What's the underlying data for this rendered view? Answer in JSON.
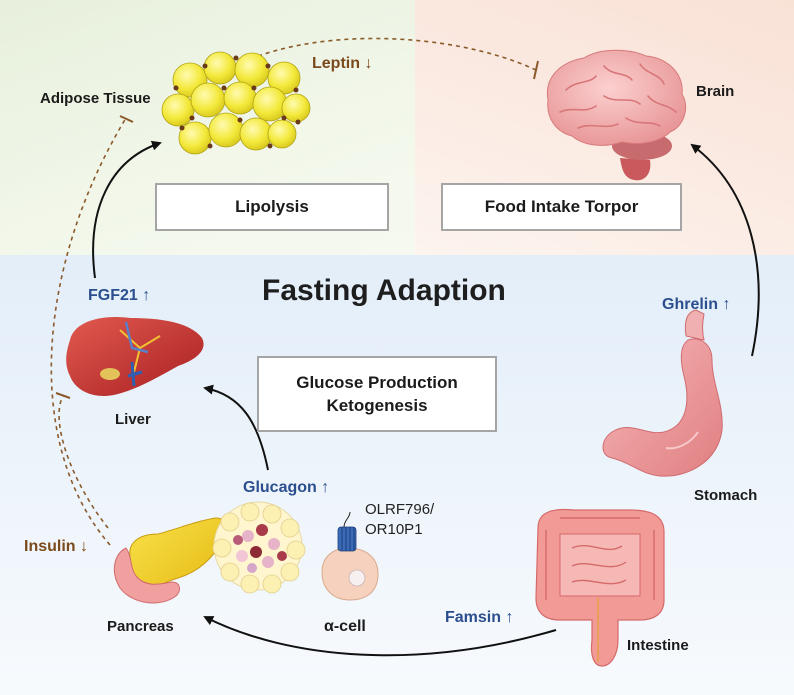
{
  "title": "Fasting Adaption",
  "organs": {
    "adipose": "Adipose Tissue",
    "brain": "Brain",
    "liver": "Liver",
    "stomach": "Stomach",
    "pancreas": "Pancreas",
    "intestine": "Intestine",
    "alpha_cell": "α-cell"
  },
  "hormones": {
    "leptin": "Leptin ↓",
    "fgf21": "FGF21 ↑",
    "ghrelin": "Ghrelin ↑",
    "glucagon": "Glucagon ↑",
    "insulin": "Insulin ↓",
    "famsin": "Famsin ↑"
  },
  "boxes": {
    "lipolysis": "Lipolysis",
    "food_intake": "Food Intake Torpor",
    "glucose_line1": "Glucose Production",
    "glucose_line2": "Ketogenesis"
  },
  "receptor": {
    "line1": "OLRF796/",
    "line2": "OR10P1"
  },
  "colors": {
    "stimulating_hormone": "#2b4f8e",
    "inhibiting_hormone": "#7a4a1c",
    "arrow": "#111111",
    "inhibition_line": "#8a5a2b",
    "adipose_fill": "#f3ea3c",
    "brain_fill": "#f0a4a4",
    "liver_fill": "#c8332e",
    "stomach_fill": "#ee9a9c",
    "pancreas_fill": "#f2d21a"
  },
  "icons": [
    "adipocyte-cluster-icon",
    "brain-icon",
    "liver-icon",
    "stomach-icon",
    "intestine-icon",
    "pancreas-icon",
    "islet-icon",
    "alpha-cell-icon",
    "receptor-icon"
  ]
}
